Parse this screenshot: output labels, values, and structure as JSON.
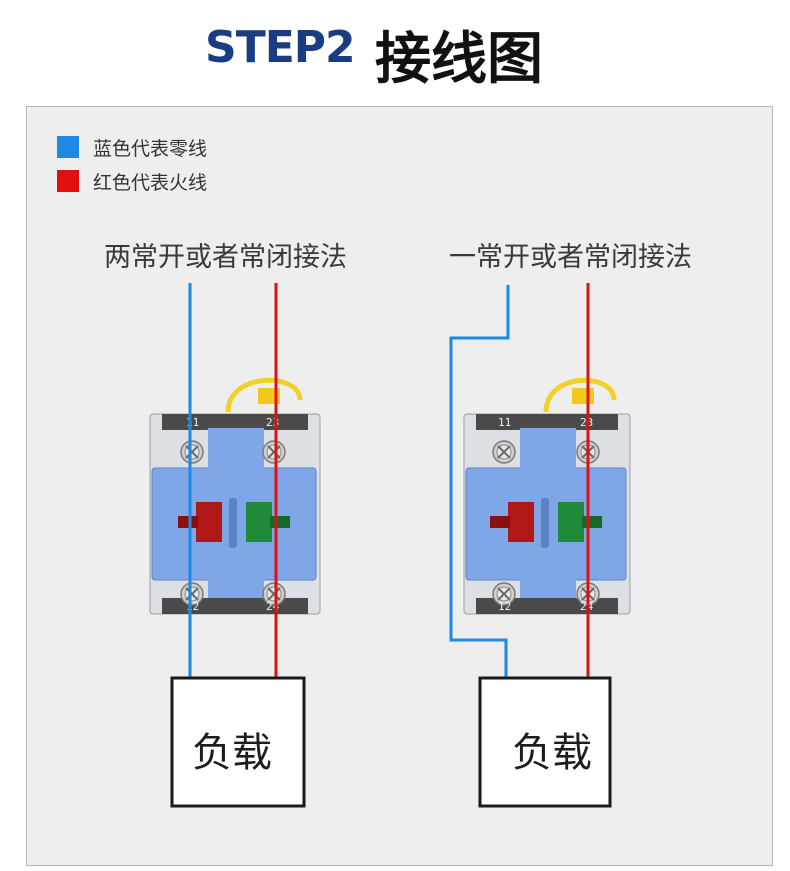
{
  "header": {
    "title_en": "STEP2",
    "title_cn": "接线图"
  },
  "legend": [
    {
      "label": "蓝色代表零线",
      "color": "#1e88e5"
    },
    {
      "label": "红色代表火线",
      "color": "#e01010"
    }
  ],
  "colors": {
    "neutral_wire": "#1e88e5",
    "live_wire": "#e01010",
    "switch_body": "#7fa6e6",
    "jumper_wire": "#f2d02a"
  },
  "methods": [
    {
      "title": "两常开或者常闭接法",
      "terminals_top": [
        "11",
        "23"
      ],
      "terminals_bottom": [
        "12",
        "24"
      ],
      "load_label": "负载"
    },
    {
      "title": "一常开或者常闭接法",
      "terminals_top": [
        "11",
        "23"
      ],
      "terminals_bottom": [
        "12",
        "24"
      ],
      "load_label": "负载"
    }
  ],
  "icons": {
    "switch": "contact-block-icon",
    "screw": "terminal-screw-icon"
  }
}
